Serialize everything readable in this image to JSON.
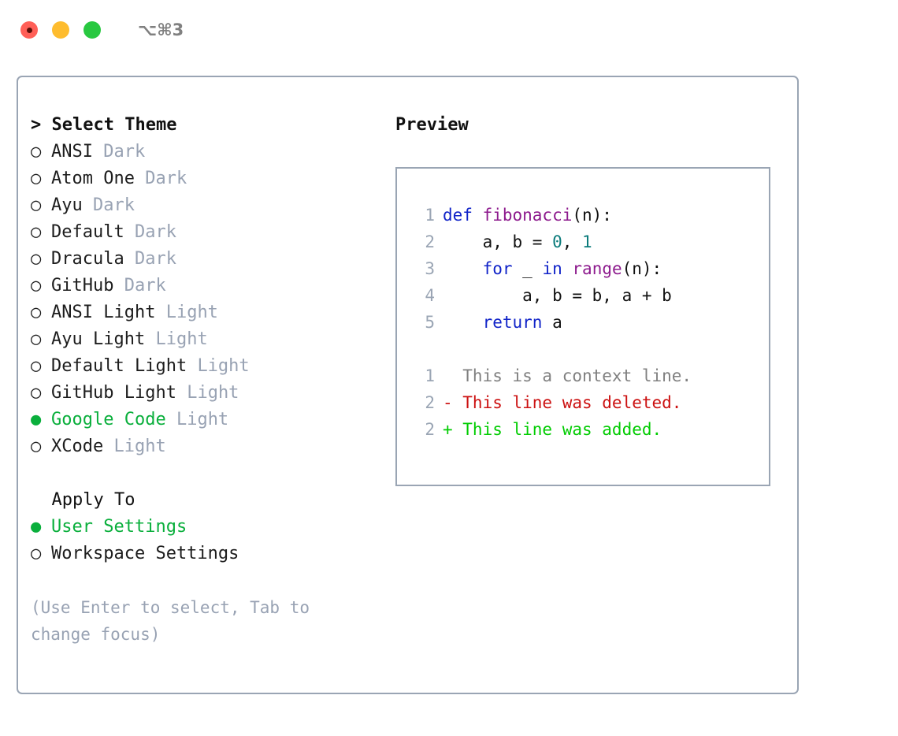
{
  "titlebar": {
    "shortcut": "⌥⌘3",
    "buttons": {
      "close": "close",
      "minimize": "minimize",
      "maximize": "maximize"
    }
  },
  "theme_section": {
    "prefix": "> ",
    "title": "Select Theme",
    "selected_marker": "●",
    "unselected_marker": "○",
    "items": [
      {
        "name": "ANSI",
        "tag": "Dark",
        "selected": false
      },
      {
        "name": "Atom One",
        "tag": "Dark",
        "selected": false
      },
      {
        "name": "Ayu",
        "tag": "Dark",
        "selected": false
      },
      {
        "name": "Default",
        "tag": "Dark",
        "selected": false
      },
      {
        "name": "Dracula",
        "tag": "Dark",
        "selected": false
      },
      {
        "name": "GitHub",
        "tag": "Dark",
        "selected": false
      },
      {
        "name": "ANSI Light",
        "tag": "Light",
        "selected": false
      },
      {
        "name": "Ayu Light",
        "tag": "Light",
        "selected": false
      },
      {
        "name": "Default Light",
        "tag": "Light",
        "selected": false
      },
      {
        "name": "GitHub Light",
        "tag": "Light",
        "selected": false
      },
      {
        "name": "Google Code",
        "tag": "Light",
        "selected": true
      },
      {
        "name": "XCode",
        "tag": "Light",
        "selected": false
      }
    ]
  },
  "apply_section": {
    "title": "  Apply To",
    "items": [
      {
        "name": "User Settings",
        "selected": true
      },
      {
        "name": "Workspace Settings",
        "selected": false
      }
    ]
  },
  "hint": "(Use Enter to select, Tab to change focus)",
  "preview": {
    "title": "Preview",
    "code_lines": [
      {
        "num": "1",
        "tokens": [
          {
            "t": "def ",
            "c": "kw"
          },
          {
            "t": "fibonacci",
            "c": "fn"
          },
          {
            "t": "(n):",
            "c": "plain"
          }
        ]
      },
      {
        "num": "2",
        "tokens": [
          {
            "t": "    a, b = ",
            "c": "plain"
          },
          {
            "t": "0",
            "c": "num"
          },
          {
            "t": ", ",
            "c": "plain"
          },
          {
            "t": "1",
            "c": "num"
          }
        ]
      },
      {
        "num": "3",
        "tokens": [
          {
            "t": "    ",
            "c": "plain"
          },
          {
            "t": "for",
            "c": "kw"
          },
          {
            "t": " _ ",
            "c": "plain"
          },
          {
            "t": "in",
            "c": "kw"
          },
          {
            "t": " ",
            "c": "plain"
          },
          {
            "t": "range",
            "c": "fn"
          },
          {
            "t": "(n):",
            "c": "plain"
          }
        ]
      },
      {
        "num": "4",
        "tokens": [
          {
            "t": "        a, b = b, a + b",
            "c": "plain"
          }
        ]
      },
      {
        "num": "5",
        "tokens": [
          {
            "t": "    ",
            "c": "plain"
          },
          {
            "t": "return",
            "c": "kw"
          },
          {
            "t": " a",
            "c": "plain"
          }
        ]
      }
    ],
    "diff_lines": [
      {
        "num": "1",
        "text": "  This is a context line.",
        "kind": "ctx"
      },
      {
        "num": "2",
        "text": "- This line was deleted.",
        "kind": "del"
      },
      {
        "num": "2",
        "text": "+ This line was added.",
        "kind": "add"
      }
    ]
  },
  "colors": {
    "accent_green": "#0aaf3c",
    "border": "#9aa5b4",
    "muted": "#98a2b3",
    "keyword": "#1023c8",
    "function": "#8d1a8d",
    "number": "#0b7b7b",
    "diff_deleted": "#cc1111",
    "diff_added": "#00cc00"
  }
}
